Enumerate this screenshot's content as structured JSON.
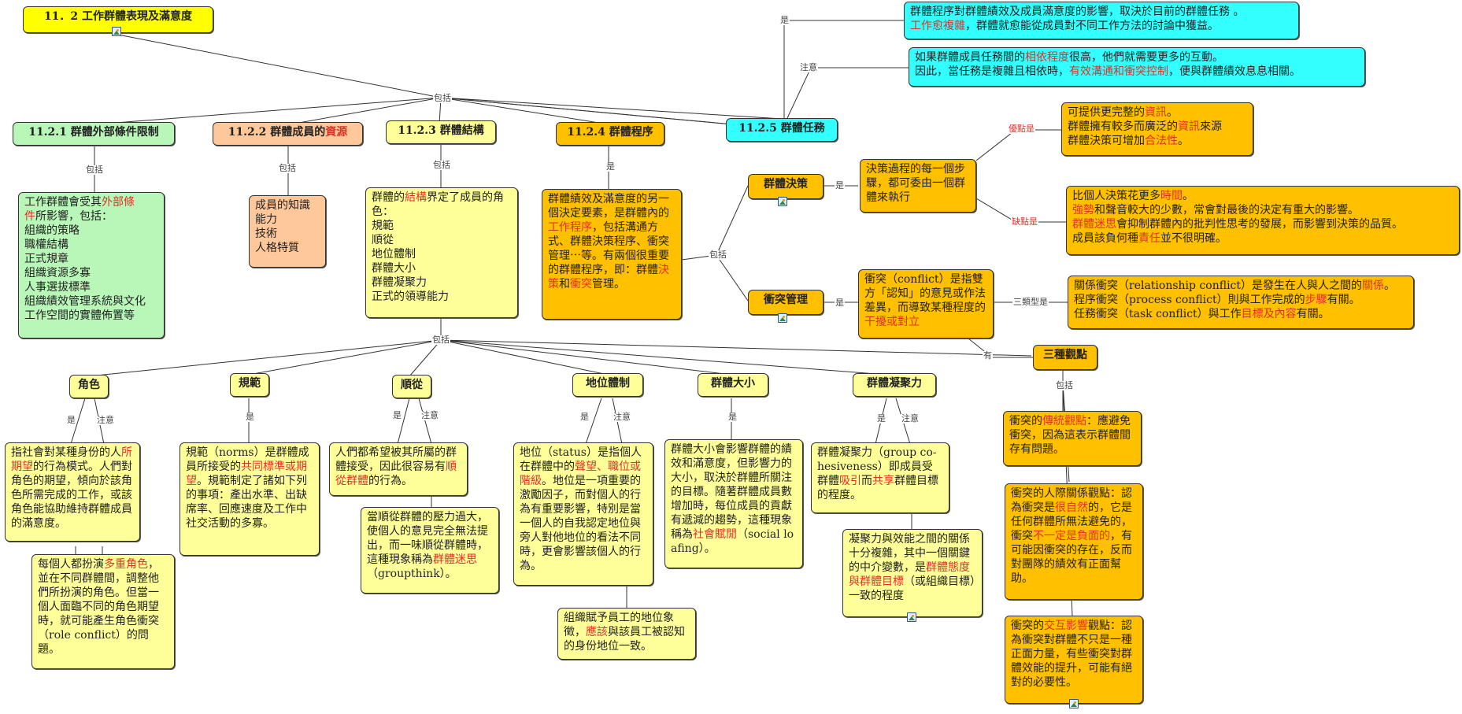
{
  "root": {
    "title": "11．2  工作群體表現及滿意度"
  },
  "sections": {
    "external": {
      "title": "11.2.1  群體外部條件限制",
      "text": [
        "工作群體會受其",
        "外部條",
        "件",
        "所影響，包括：",
        "組織的策略",
        "職權結構",
        "正式規章",
        "組織資源多寡",
        "人事選拔標準",
        "組織績效管理系統與文化",
        "工作空間的實體佈置等"
      ]
    },
    "resources": {
      "title_a": "11.2.2  群體成員的",
      "title_b": "資源",
      "text": [
        "成員的知識",
        "能力",
        "技術",
        "人格特質"
      ]
    },
    "structure": {
      "title": "11.2.3  群體結構",
      "text_a": "群體的",
      "text_b": "結構",
      "text_c": "界定了成員的角色：",
      "items": [
        "規範",
        "順從",
        "地位體制",
        "群體大小",
        "群體凝聚力",
        "正式的領導能力"
      ]
    },
    "process": {
      "title": "11.2.4  群體程序",
      "t1": "群體績效及滿意度的另一個決定要素，是群體內的",
      "t2": "工作程序",
      "t3": "，包括溝通方式、群體決策程序、衝突管理⋯等。有兩個很重要的群體程序，即：群體",
      "t4": "決策",
      "t5": "和",
      "t6": "衝突",
      "t7": "管理。"
    },
    "task": {
      "title": "11.2.5  群體任務",
      "t1a": "群體程序對群體績效及成員滿意度的影響，取決於目前的群體任務 。",
      "t1b": "工作愈複雜",
      "t1c": "，群體就愈能從成員對不同工作方法的討論中獲益。",
      "t2a": "如果群體成員任務間的",
      "t2b": "相依程度",
      "t2c": "很高，他們就需要更多的互動。",
      "t2d": "因此，當任務是複雜且相依時，",
      "t2e": "有效溝通和衝突控制",
      "t2f": "，便與群體績效息息相關。"
    }
  },
  "structure_children": {
    "role": {
      "title": "角色",
      "def": [
        "指社會對某種身份的人",
        "所期望",
        "的行為模式。人們對角色的期望，傾向於該角色所需完成的工作，或該角色能協助維持群體成員的滿意度。"
      ],
      "note": [
        "每個人都扮演",
        "多重角色",
        "，並在不同群體間，調整他們所扮演的角色。但當一個人面臨不同的角色期望時，就可能產生角色衝突（role conflict）的問題。"
      ]
    },
    "norms": {
      "title": "規範",
      "def": [
        "規範（norms）是群體成員所接受的",
        "共同標準或期望",
        "。規範制定了諸如下列的事項：產出水準、出缺席率、回應速度及工作中社交活動的多寡。"
      ]
    },
    "conformity": {
      "title": "順從",
      "def": [
        "人們都希望被其所屬的群體接受，因此很容易有",
        "順從群體",
        "的行為。"
      ],
      "note": [
        "當順從群體的壓力過大，使個人的意見完全無法提出，而一味順從群體時，這種現象稱為",
        "群體迷思",
        "（groupthink）。"
      ]
    },
    "status": {
      "title": "地位體制",
      "def": [
        "地位（status）是指個人在群體中的",
        "聲望、職位或階級",
        "。地位是一項重要的激勵因子，而對個人的行為有重要影響，特別是當一個人的自我認定地位與旁人對他地位的看法不同時，更會影響該個人的行為。"
      ],
      "note": [
        "組織賦予員工的地位象徵，",
        "應該",
        "與該員工被認知的身份地位一致。"
      ]
    },
    "size": {
      "title": "群體大小",
      "def": [
        "群體大小會影響群體的績效和滿意度，但影響力的大小，取決於群體所關注的目標。隨著群體成員數增加時，每位成員的貢獻有遞減的趨勢，這種現象稱為",
        "社會賦閒",
        "（social loafing）。"
      ]
    },
    "cohesion": {
      "title": "群體凝聚力",
      "def": [
        "群體凝聚力（group co-hesiveness）即成員受群體",
        "吸引",
        "而",
        "共享",
        "群體目標的程度。"
      ],
      "note": [
        "凝聚力與效能之間的關係十分複雜，其中一個關鍵的中介變數，是",
        "群體態度與群體目標",
        "（或組織目標）一致的程度"
      ]
    }
  },
  "decision": {
    "title": "群體決策",
    "def": "決策過程的每一個步驟，都可委由一個群體來執行",
    "pros": [
      "可提供更完整的",
      "資訊",
      "。",
      "群體擁有較多而廣泛的",
      "資訊",
      "來源",
      "群體決策可增加",
      "合法性",
      "。"
    ],
    "cons": [
      "比個人決策花更多",
      "時間",
      "。",
      "強勢",
      "和聲音較大的少數，常會對最後的決定有重大的影響。",
      "群體迷思",
      "會抑制群體內的批判性思考的發展，而影響到決策的品質。",
      "成員該負何種",
      "責任",
      "並不很明確。"
    ]
  },
  "conflict": {
    "title": "衝突管理",
    "def": [
      "衝突（conflict）是指雙方「認知」的意見或作法差異，而導致某種程度的",
      "干擾或對立"
    ],
    "types": [
      "關係衝突（relationship conflict）是發生在人與人之間的",
      "關係",
      "。",
      "程序衝突（process conflict）則與工作完成的",
      "步驟",
      "有關。",
      "任務衝突（task conflict）與工作",
      "目標及內容",
      "有關。"
    ],
    "views_title": "三種觀點",
    "views": [
      [
        "衝突的",
        "傳統觀點",
        "：應避免衝突，因為這表示群體間存有問題。"
      ],
      [
        "衝突的人際關係觀點：認為衝突是",
        "很自然",
        "的，它是任何群體所無法避免的，衝突",
        "不一定是負面的",
        "，有可能因衝突的存在，反而對團隊的績效有正面幫助。"
      ],
      [
        "衝突的",
        "交互影響",
        "觀點：認為衝突對群體不只是一種正面力量，有些衝突對群體效能的提升，可能有絕對的必要性。"
      ]
    ]
  },
  "labels": {
    "include": "包括",
    "is": "是",
    "note": "注意",
    "pros": "優點是",
    "cons": "缺點是",
    "three_types": "三類型是",
    "has": "有"
  },
  "colors": {
    "root": "#ffff00",
    "node_pale": "#ffff99",
    "external": "#b9f7b9",
    "resources": "#ffc89a",
    "process": "#ffc000",
    "task": "#33ffff",
    "highlight": "#e0302a"
  }
}
